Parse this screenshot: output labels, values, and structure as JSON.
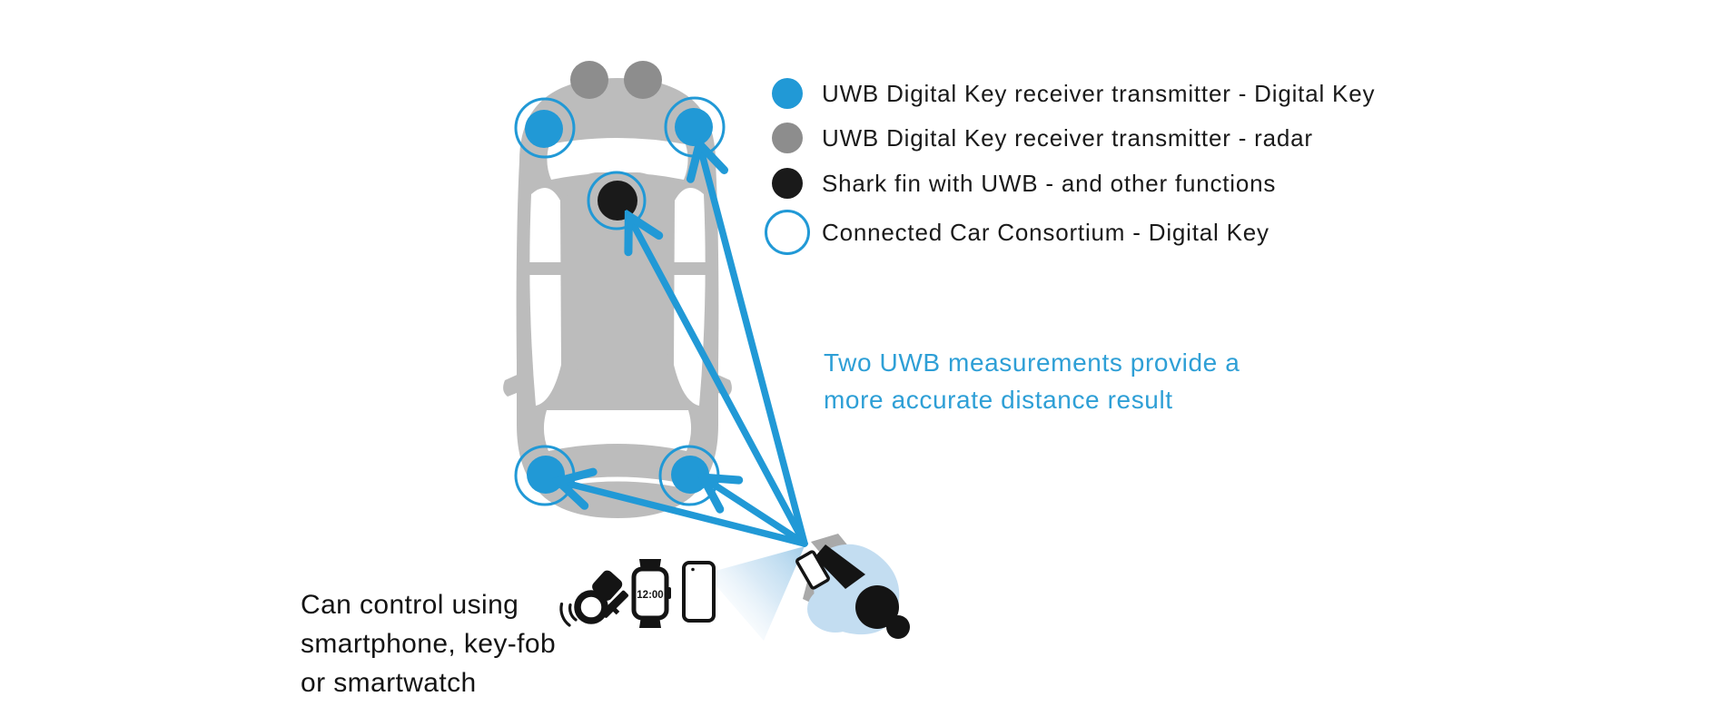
{
  "legend": {
    "items": [
      {
        "icon": "blue-dot",
        "label": "UWB Digital Key receiver transmitter - Digital Key"
      },
      {
        "icon": "gray-dot",
        "label": "UWB Digital Key receiver transmitter - radar"
      },
      {
        "icon": "black-dot",
        "label": "Shark fin with UWB - and other functions"
      },
      {
        "icon": "blue-ring",
        "label": "Connected Car Consortium - Digital Key"
      }
    ]
  },
  "notes": {
    "measurement": {
      "line1": "Two UWB measurements provide a",
      "line2": "more accurate distance result"
    },
    "control": {
      "line1": "Can control using",
      "line2": "smartphone, key-fob",
      "line3": "or smartwatch"
    }
  },
  "smartwatch": {
    "time": "12:00"
  },
  "colors": {
    "accent_blue": "#2199D6",
    "text_blue": "#2E9FD6",
    "radar_gray": "#8D8D8D",
    "black": "#1A1A1A",
    "car_gray": "#BCBCBC",
    "light_blue_beam": "#C3DDF1"
  }
}
